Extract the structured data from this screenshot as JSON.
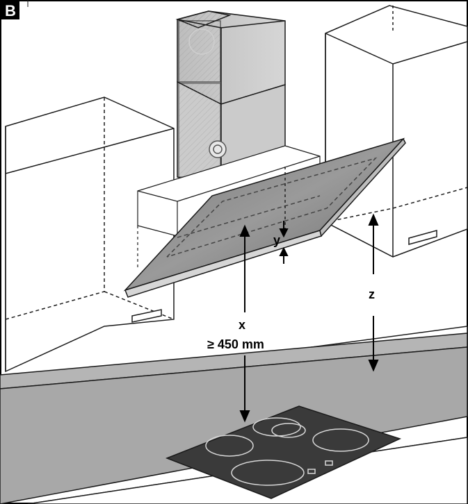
{
  "panel_badge": "B",
  "labels": {
    "x": "x",
    "x_requirement": "≥ 450 mm",
    "y": "y",
    "z": "z"
  },
  "colors": {
    "line": "#1a1a1a",
    "cabinet_fill": "#ffffff",
    "chimney_fill": "#c8c8c8",
    "glass_fill": "#8c8c8c",
    "countertop_fill": "#a8a8a8",
    "hob_fill": "#3a3a3a",
    "hob_ring": "#d8d8d8"
  },
  "icons": {
    "badge": "panel-letter-badge",
    "arrows": "dimension-arrow"
  }
}
